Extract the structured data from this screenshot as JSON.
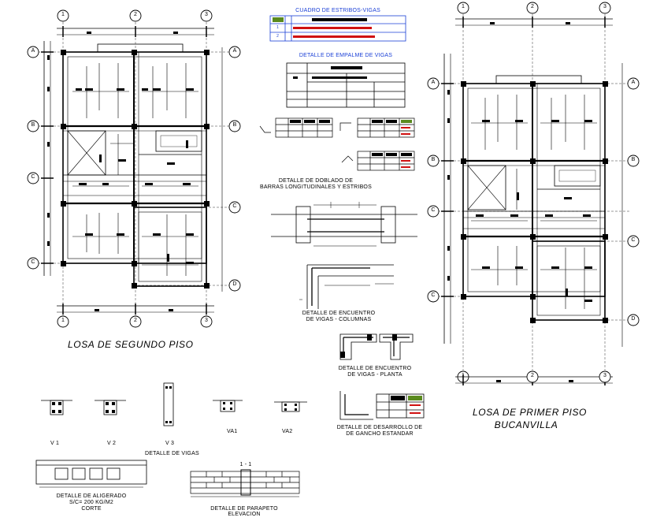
{
  "plans": {
    "second_floor": {
      "title": "LOSA DE SEGUNDO  PISO",
      "axes_numbers": [
        "1",
        "2",
        "3"
      ],
      "axes_letters_left": [
        "A",
        "B",
        "C",
        "C"
      ],
      "axes_letters_right": [
        "A",
        "B",
        "C",
        "D"
      ]
    },
    "first_floor": {
      "title_line1": "LOSA DE PRIMER  PISO",
      "title_line2": "BUCANVILLA",
      "axes_numbers": [
        "1",
        "2",
        "3"
      ],
      "axes_letters_left": [
        "A",
        "B",
        "C",
        "C"
      ],
      "axes_letters_right": [
        "A",
        "B",
        "C",
        "D"
      ]
    }
  },
  "details": {
    "estribos_title": "CUADRO DE ESTRIBOS-VIGAS",
    "estribos_rows": [
      "1",
      "2"
    ],
    "empalme_title": "DETALLE DE EMPALME DE VIGAS",
    "doblado_title_1": "DETALLE DE DOBLADO DE",
    "doblado_title_2": "BARRAS LONGITUDINALES Y ESTRIBOS",
    "encuentro_cols_1": "DETALLE DE ENCUENTRO",
    "encuentro_cols_2": "DE VIGAS - COLUMNAS",
    "encuentro_planta_1": "DETALLE DE ENCUENTRO",
    "encuentro_planta_2": "DE VIGAS - PLANTA",
    "gancho_1": "DETALLE DE DESARROLLO DE",
    "gancho_2": "DE GANCHO ESTANDAR",
    "vigas_title": "DETALLE DE VIGAS",
    "vigas_labels": [
      "V 1",
      "V 2",
      "V 3",
      "VA1",
      "VA2"
    ],
    "aligerado_1": "DETALLE DE ALIGERADO",
    "aligerado_2": "S/C= 200 KG/M2",
    "aligerado_3": "CORTE",
    "parapeto_1": "DETALLE DE PARAPETO",
    "parapeto_2": "ELEVACION",
    "parapeto_cut": "1 - 1"
  },
  "colors": {
    "line": "#000000",
    "accent_blue": "#1a3fd6",
    "red_text": "#d01010",
    "green_cell": "#5a8a1e"
  }
}
